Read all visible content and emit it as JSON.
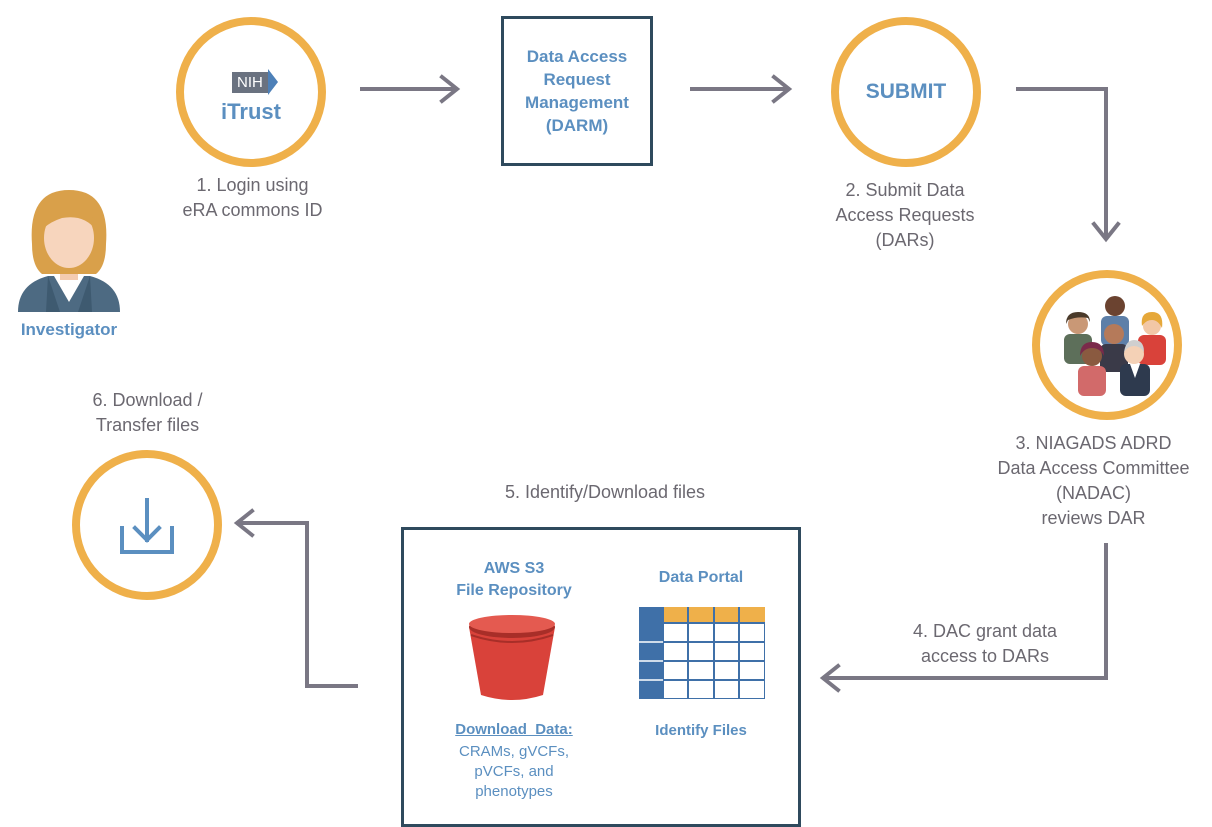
{
  "colors": {
    "circle_border": "#efb04a",
    "accent_blue": "#5b8fc0",
    "arrow_gray": "#7a7784",
    "box_border": "#2f4a5d",
    "bucket_red": "#d9423a",
    "table_orange": "#efb04a",
    "table_blue": "#3f70a8"
  },
  "investigator": {
    "label": "Investigator",
    "icon": "investigator-avatar-icon"
  },
  "step1": {
    "logo_nih": "NIH",
    "logo_itrust": "iTrust",
    "caption": "1. Login using\neRA commons ID"
  },
  "darm": {
    "label": "Data Access\nRequest\nManagement\n(DARM)"
  },
  "step2": {
    "circle_label": "SUBMIT",
    "caption": "2. Submit Data\nAccess Requests\n(DARs)"
  },
  "step3": {
    "icon": "committee-group-icon",
    "caption": "3. NIAGADS ADRD\nData Access Committee\n(NADAC)\nreviews DAR"
  },
  "step4": {
    "caption": "4. DAC grant data\naccess to DARs"
  },
  "step5": {
    "caption": "5. Identify/Download files",
    "aws_title": "AWS S3\nFile Repository",
    "portal_title": "Data Portal",
    "identify_label": "Identify Files",
    "download_heading": "Download  Data:",
    "download_list": "CRAMs, gVCFs,\npVCFs, and\nphenotypes"
  },
  "step6": {
    "icon": "download-icon",
    "caption": "6. Download /\nTransfer files"
  }
}
